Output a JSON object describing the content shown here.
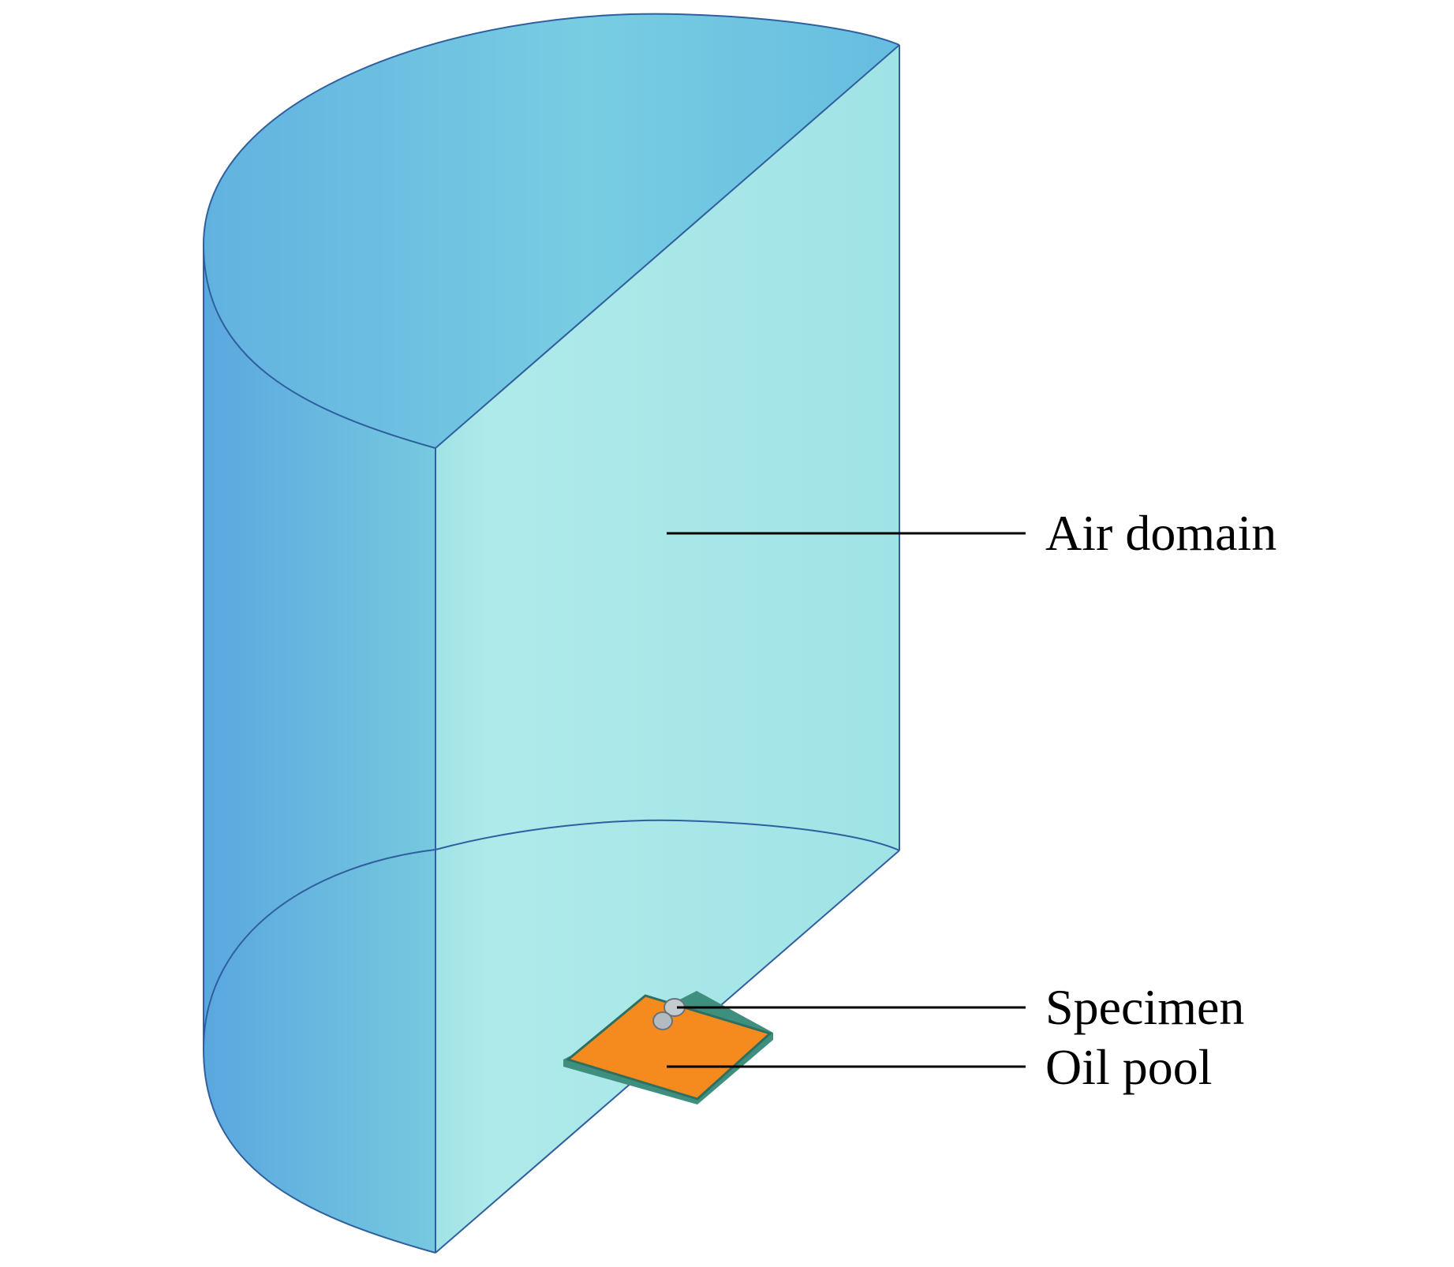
{
  "labels": {
    "air_domain": "Air domain",
    "specimen": "Specimen",
    "oil_pool": "Oil pool"
  },
  "colors": {
    "background": "#ffffff",
    "curved_wall_dark": "#5aa7df",
    "curved_wall_light": "#76c9df",
    "top_face": "#6fc2e0",
    "flat_face": "#a6e6e8",
    "edge_line": "#2f5f9f",
    "oil_pool": "#f58a1f",
    "oil_pool_rim": "#3f8f7f",
    "specimen": "#b9c2c8",
    "leader_line": "#000000"
  }
}
